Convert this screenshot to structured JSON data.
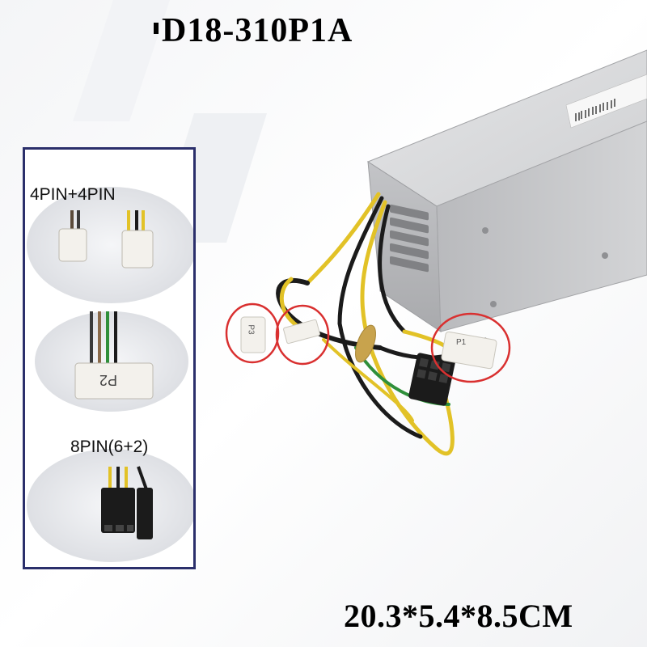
{
  "product": {
    "model": "D18-310P1A",
    "dimensions": "20.3*5.4*8.5CM"
  },
  "connectors": {
    "top_label": "4PIN+4PIN",
    "middle_tag": "P2",
    "bottom_label": "8PIN(6+2)"
  },
  "psu": {
    "connector_tags": [
      "P3",
      "P1"
    ]
  },
  "colors": {
    "panel_border": "#2b2f6b",
    "highlight_circle": "#d93030",
    "psu_body": "#c9cacc",
    "wire_yellow": "#e2c227",
    "wire_black": "#1b1b1b",
    "wire_green": "#2f8f3a"
  }
}
